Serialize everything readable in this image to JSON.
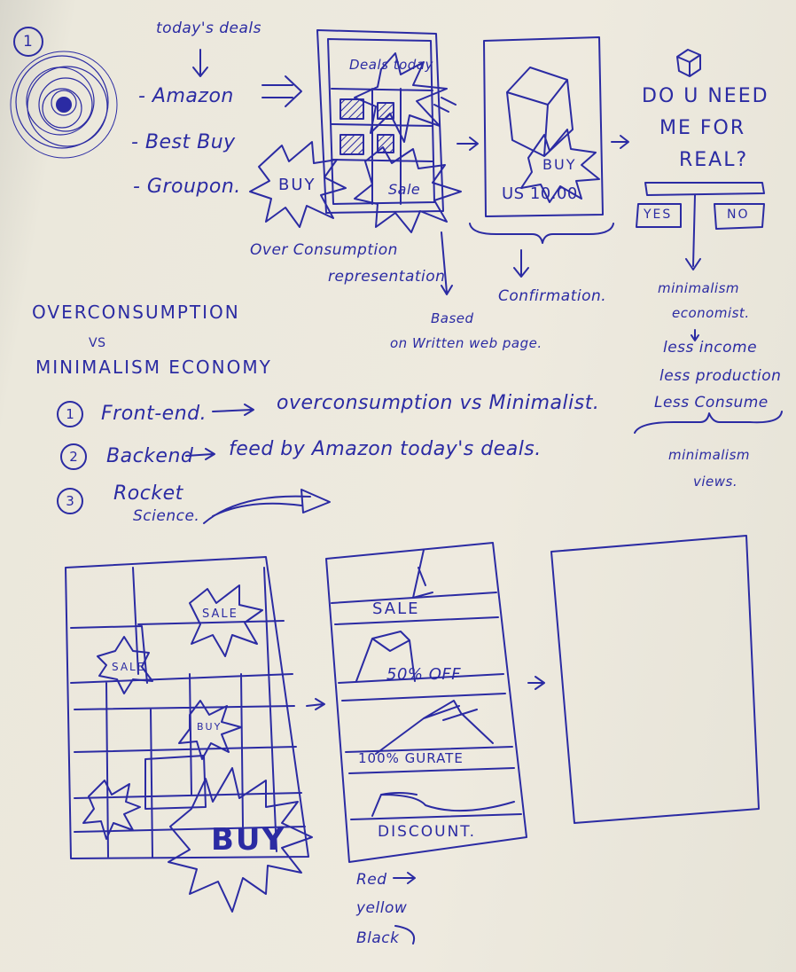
{
  "section_number": "1",
  "sources": {
    "header": "today's deals",
    "items": [
      "- Amazon",
      "- Best Buy",
      "- Groupon."
    ]
  },
  "mockup_deals": {
    "title": "Deals today",
    "burst_buy": "BUY",
    "burst_sale": "Sale"
  },
  "product_card": {
    "burst_buy": "BUY",
    "price": "US 10.00"
  },
  "question": {
    "lines": [
      "DO U NEED",
      "ME FOR",
      "REAL?"
    ],
    "yes": "YES",
    "no": "NO"
  },
  "notes": {
    "over_consumption_line1": "Over Consumption",
    "over_consumption_line2": "representation",
    "based_line1": "Based",
    "based_line2": "on Written web page.",
    "confirmation": "Confirmation.",
    "minimalism_line1": "minimalism",
    "minimalism_line2": "economist.",
    "less_income": "less income",
    "less_production": "less production",
    "less_consume": "Less Consume",
    "views_line1": "minimalism",
    "views_line2": "views."
  },
  "concept": {
    "title_line1": "OVERCONSUMPTION",
    "title_line2": "VS",
    "title_line3": "MINIMALISM ECONOMY"
  },
  "plan": [
    {
      "num": "1",
      "label": "Front-end.",
      "detail": "overconsumption vs Minimalist."
    },
    {
      "num": "2",
      "label": "Backend",
      "detail": "feed by Amazon today's deals."
    },
    {
      "num": "3",
      "label": "Rocket",
      "label2": "Science."
    }
  ],
  "bottom_sketch": {
    "collage_sale_1": "SALE",
    "collage_sale_2": "SALE",
    "collage_buy_small": "BUY",
    "collage_buy_big": "BUY",
    "list_rows": [
      "SALE",
      "50% OFF",
      "100% GURATE",
      "DISCOUNT."
    ],
    "colors": [
      "Red",
      "yellow",
      "Black"
    ]
  }
}
